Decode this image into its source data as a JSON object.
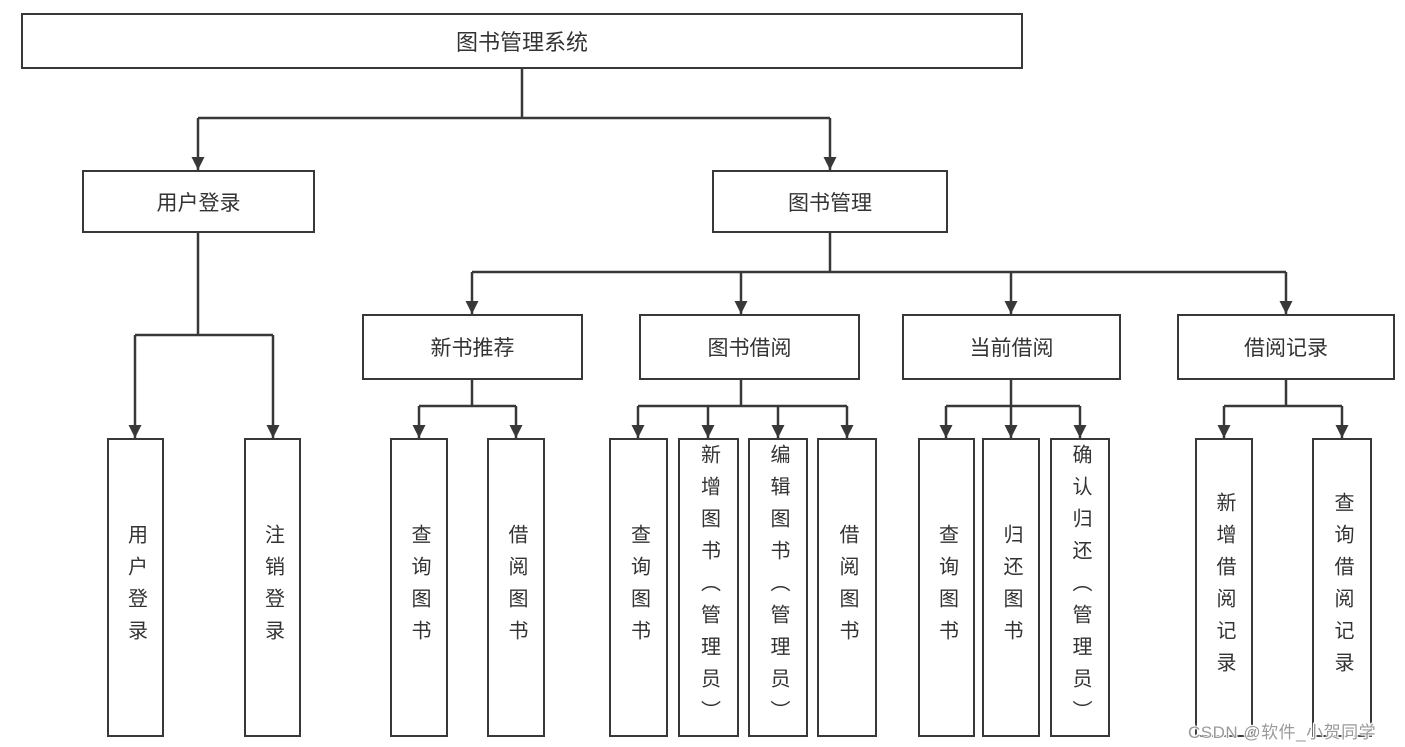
{
  "diagram": {
    "root": {
      "label": "图书管理系统"
    },
    "level2": [
      {
        "label": "用户登录"
      },
      {
        "label": "图书管理"
      }
    ],
    "level3": [
      {
        "label": "新书推荐",
        "parent": "图书管理"
      },
      {
        "label": "图书借阅",
        "parent": "图书管理"
      },
      {
        "label": "当前借阅",
        "parent": "图书管理"
      },
      {
        "label": "借阅记录",
        "parent": "图书管理"
      }
    ],
    "leaves": [
      {
        "label": "用户登录",
        "parent": "用户登录"
      },
      {
        "label": "注销登录",
        "parent": "用户登录"
      },
      {
        "label": "查询图书",
        "parent": "新书推荐"
      },
      {
        "label": "借阅图书",
        "parent": "新书推荐"
      },
      {
        "label": "查询图书",
        "parent": "图书借阅"
      },
      {
        "label": "新增图书（管理员）",
        "parent": "图书借阅"
      },
      {
        "label": "编辑图书（管理员）",
        "parent": "图书借阅"
      },
      {
        "label": "借阅图书",
        "parent": "图书借阅"
      },
      {
        "label": "查询图书",
        "parent": "当前借阅"
      },
      {
        "label": "归还图书",
        "parent": "当前借阅"
      },
      {
        "label": "确认归还（管理员）",
        "parent": "当前借阅"
      },
      {
        "label": "新增借阅记录",
        "parent": "借阅记录"
      },
      {
        "label": "查询借阅记录",
        "parent": "借阅记录"
      }
    ]
  },
  "watermark": {
    "text": "CSDN @软件_小贺同学"
  },
  "colors": {
    "line": "#383838",
    "text": "#333333",
    "bg": "#ffffff",
    "watermark": "#9a9a9a"
  }
}
